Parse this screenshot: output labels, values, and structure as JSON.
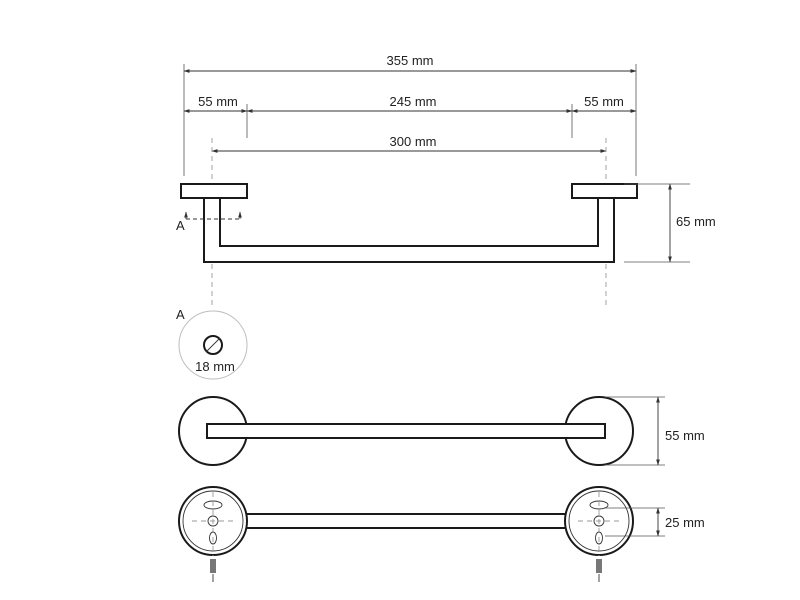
{
  "dimensions": {
    "overall_length": "355 mm",
    "left_base": "55 mm",
    "bar_span": "245 mm",
    "right_base": "55 mm",
    "center_distance": "300 mm",
    "projection_depth": "65 mm",
    "base_diameter": "55 mm",
    "base_thickness": "25 mm",
    "tube_diameter": "18 mm"
  },
  "section": {
    "marker": "A",
    "detail_label": "A"
  },
  "colors": {
    "line": "#1a1a1a",
    "dimension_line": "#333333",
    "center_line": "#999999"
  }
}
